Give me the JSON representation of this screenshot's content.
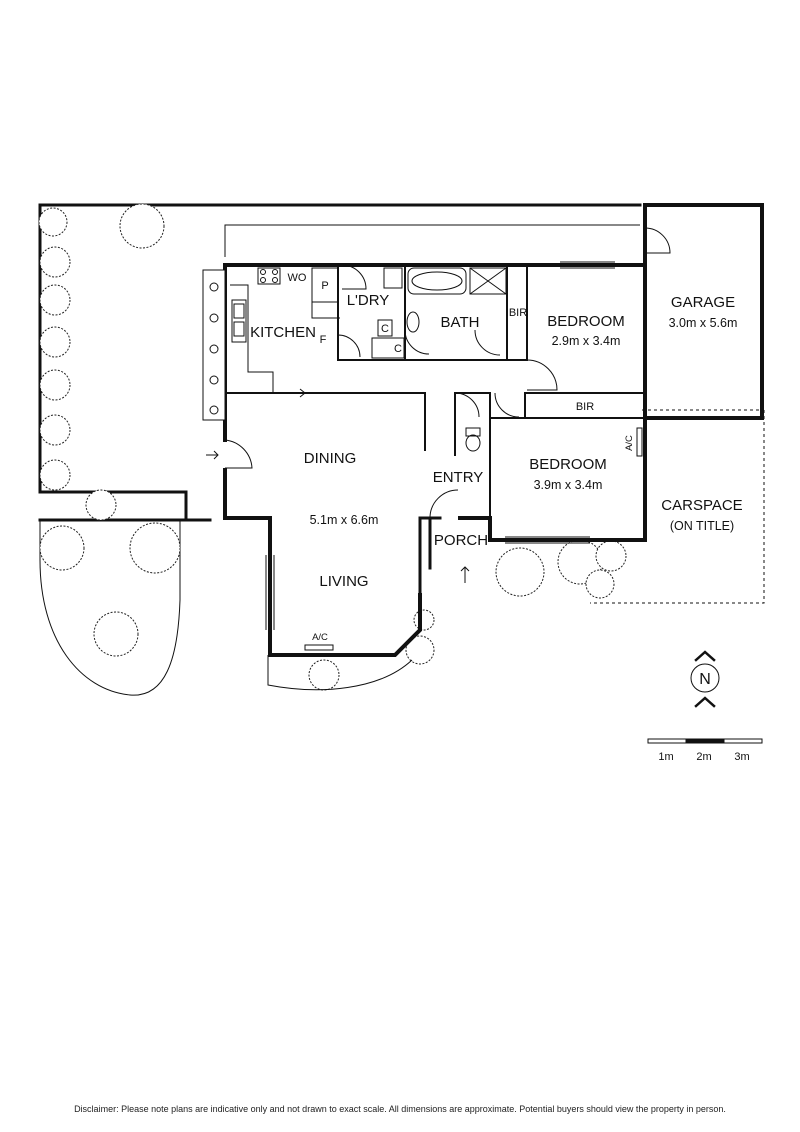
{
  "rooms": {
    "garage": {
      "name": "GARAGE",
      "dims": "3.0m x 5.6m"
    },
    "bedroom1": {
      "name": "BEDROOM",
      "dims": "2.9m x 3.4m"
    },
    "bedroom2": {
      "name": "BEDROOM",
      "dims": "3.9m x 3.4m"
    },
    "kitchen": {
      "name": "KITCHEN"
    },
    "laundry": {
      "name": "L'DRY"
    },
    "bath": {
      "name": "BATH"
    },
    "dining": {
      "name": "DINING"
    },
    "living": {
      "name": "LIVING",
      "dims": "5.1m x 6.6m"
    },
    "entry": {
      "name": "ENTRY"
    },
    "porch": {
      "name": "PORCH"
    },
    "carspace": {
      "name": "CARSPACE",
      "note": "(ON TITLE)"
    }
  },
  "fixtures": {
    "wo": "WO",
    "pantry": "P",
    "fridge": "F",
    "cupboard_1": "C",
    "cupboard_2": "C",
    "bir_top": "BIR",
    "bir_mid": "BIR",
    "ac_bedroom": "A/C",
    "ac_living": "A/C"
  },
  "north": {
    "label": "N"
  },
  "scale": {
    "labels": [
      "1m",
      "2m",
      "3m"
    ]
  },
  "disclaimer": "Disclaimer: Please note plans are indicative only and not drawn to exact scale. All dimensions are approximate. Potential buyers should view the property in person."
}
